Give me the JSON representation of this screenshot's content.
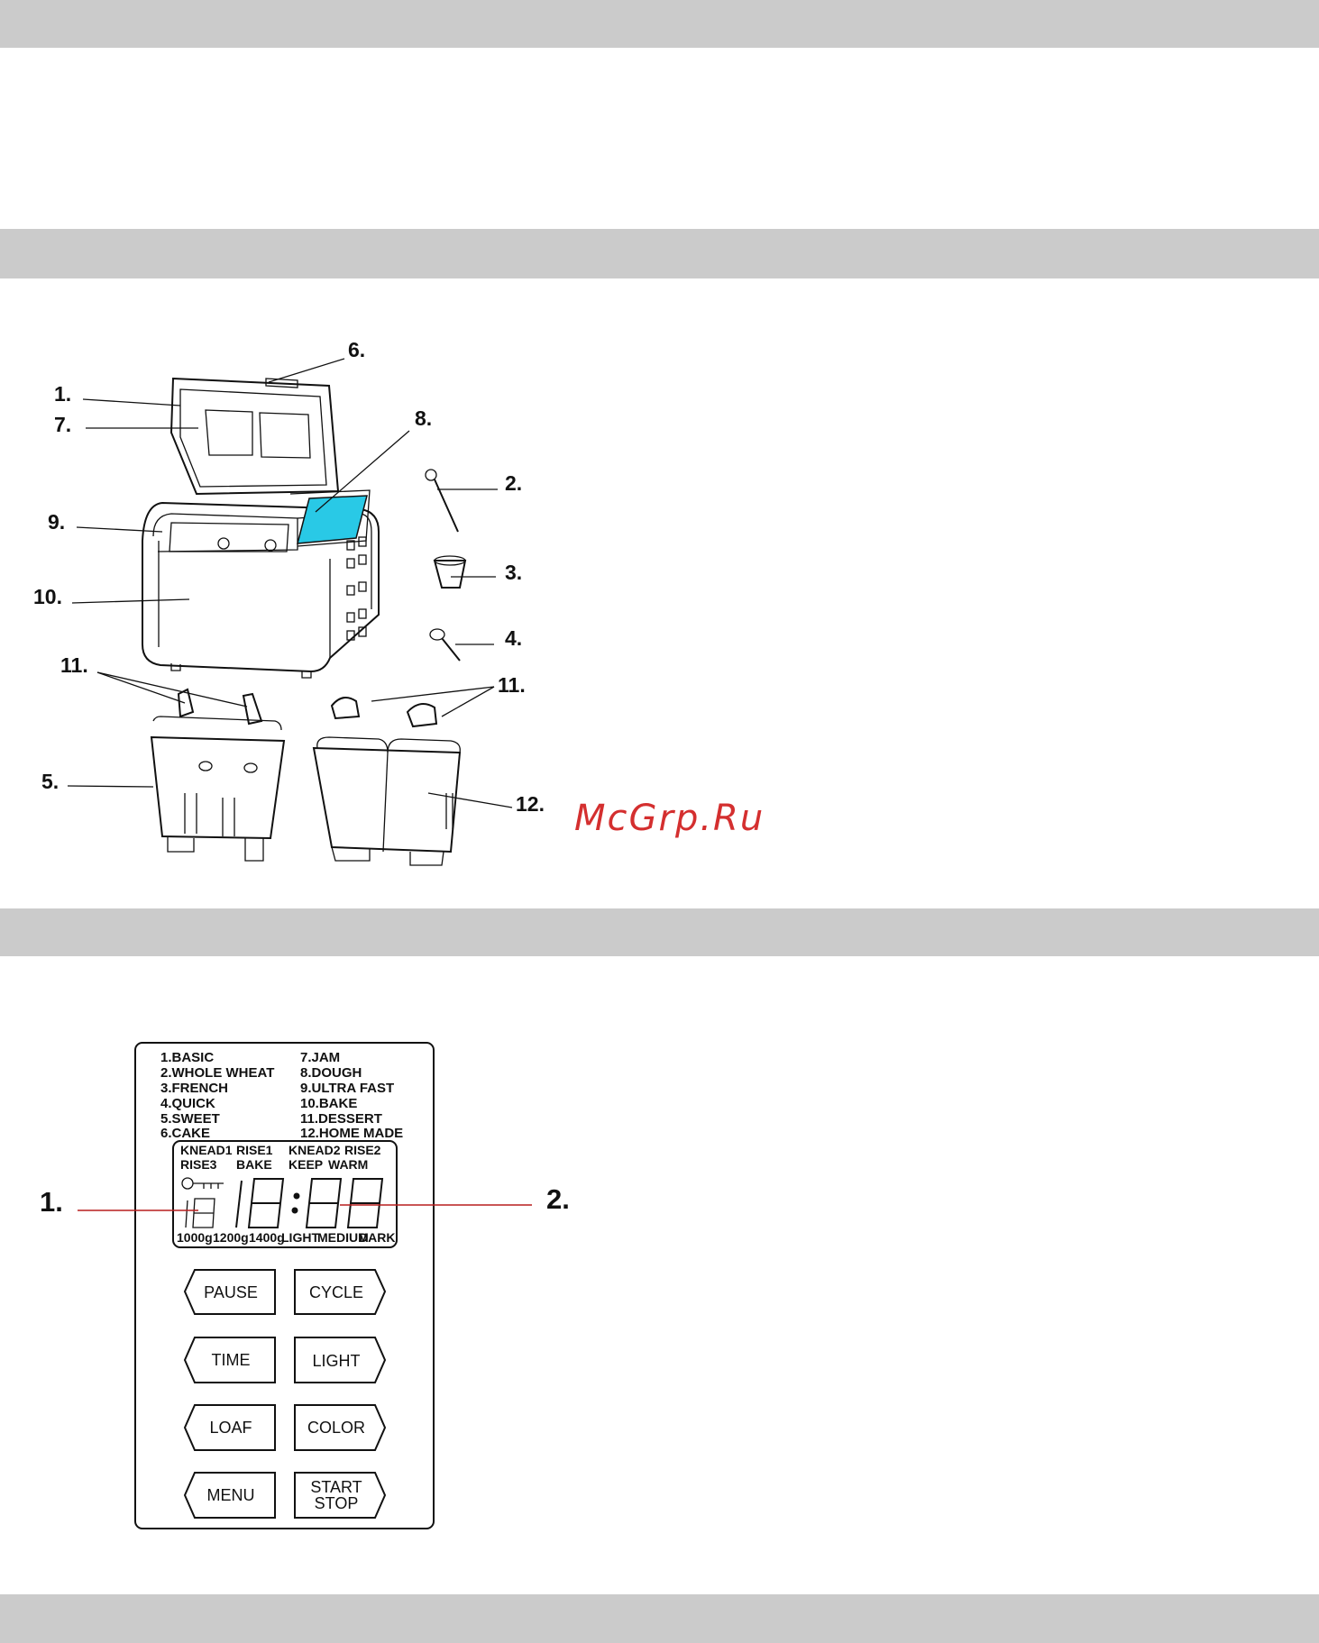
{
  "watermark": "McGrp.Ru",
  "parts_diagram": {
    "labels": [
      "1.",
      "2.",
      "3.",
      "4.",
      "5.",
      "6.",
      "7.",
      "8.",
      "9.",
      "10.",
      "11.",
      "11.",
      "12."
    ]
  },
  "panel_diagram": {
    "callouts": [
      "1.",
      "2."
    ],
    "menu_left": [
      "1.BASIC",
      "2.WHOLE  WHEAT",
      "3.FRENCH",
      "4.QUICK",
      "5.SWEET",
      "6.CAKE"
    ],
    "menu_right": [
      "7.JAM",
      "8.DOUGH",
      "9.ULTRA  FAST",
      "10.BAKE",
      "11.DESSERT",
      "12.HOME  MADE"
    ],
    "lcd_row1": [
      "KNEAD1",
      "RISE1",
      "KNEAD2",
      "RISE2"
    ],
    "lcd_row2": [
      "RISE3",
      "BAKE",
      "KEEP",
      "WARM"
    ],
    "lcd_bottom": [
      "1000g",
      "1200g",
      "1400g",
      "LIGHT",
      "MEDIUM",
      "DARK"
    ],
    "buttons": [
      {
        "left": "PAUSE",
        "right": "CYCLE"
      },
      {
        "left": "TIME",
        "right": "LIGHT"
      },
      {
        "left": "LOAF",
        "right": "COLOR"
      },
      {
        "left": "MENU",
        "right": "START",
        "right2": "STOP"
      }
    ]
  }
}
